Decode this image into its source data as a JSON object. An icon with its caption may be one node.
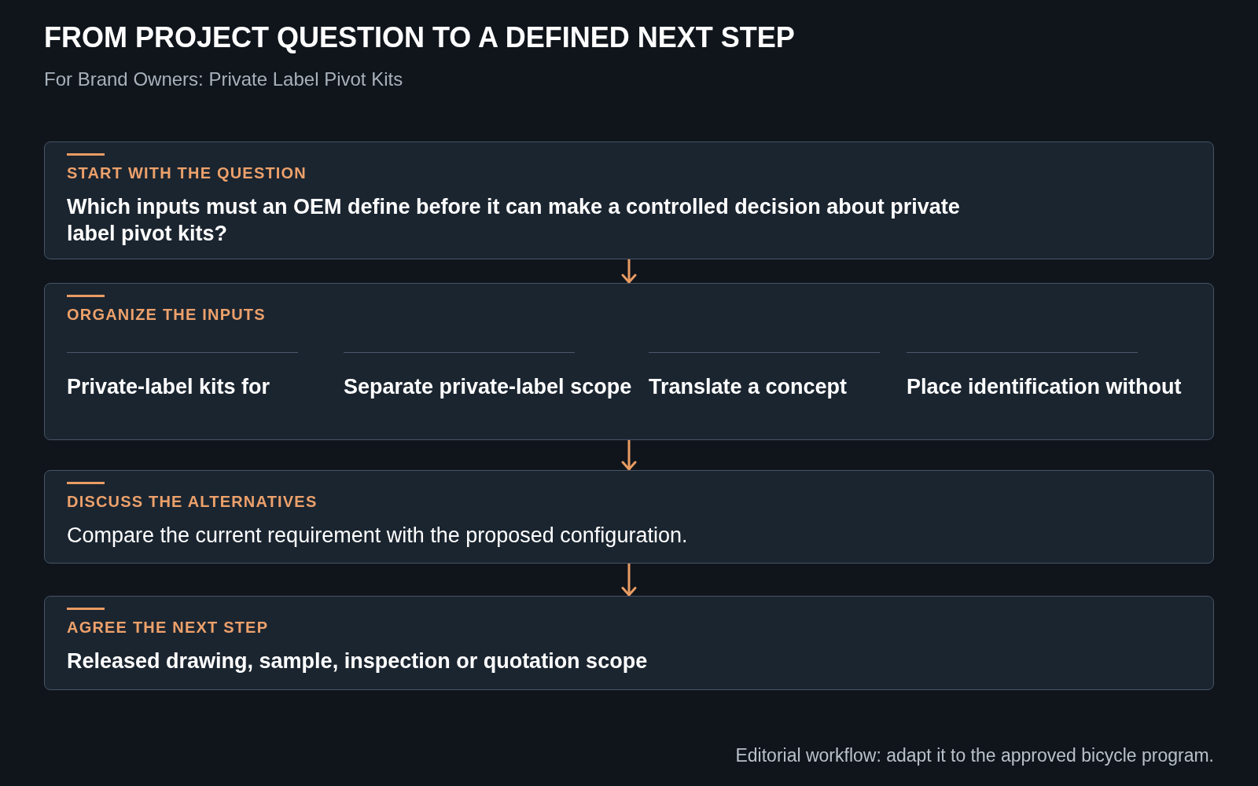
{
  "diagram": {
    "title": "FROM PROJECT QUESTION TO A DEFINED NEXT STEP",
    "caption": "Editorial workflow: adapt it to the approved bicycle program.",
    "nodes": [
      {
        "text": [
          "START WITH THE QUESTION",
          "Which inputs must an OEM define before it can make a controlled decision about private label pivot kits?"
        ]
      },
      {
        "text": [
          "ORGANIZE THE INPUTS",
          "Private-label kits for",
          "Separate private-label scope",
          "Translate a concept",
          "Place identification without"
        ]
      },
      {
        "text": [
          "DISCUSS THE ALTERNATIVES",
          "Compare the current requirement with the proposed configuration."
        ]
      },
      {
        "text": [
          "AGREE THE NEXT STEP",
          "Released drawing, sample, inspection or quotation scope"
        ]
      }
    ],
    "edges": [
      {
        "from": 0,
        "to": 1,
        "arrow": "to"
      },
      {
        "from": 1,
        "to": 2,
        "arrow": "to"
      },
      {
        "from": 2,
        "to": 3,
        "arrow": "to"
      }
    ],
    "labels": [
      "For Brand Owners: Private Label Pivot Kits"
    ]
  }
}
